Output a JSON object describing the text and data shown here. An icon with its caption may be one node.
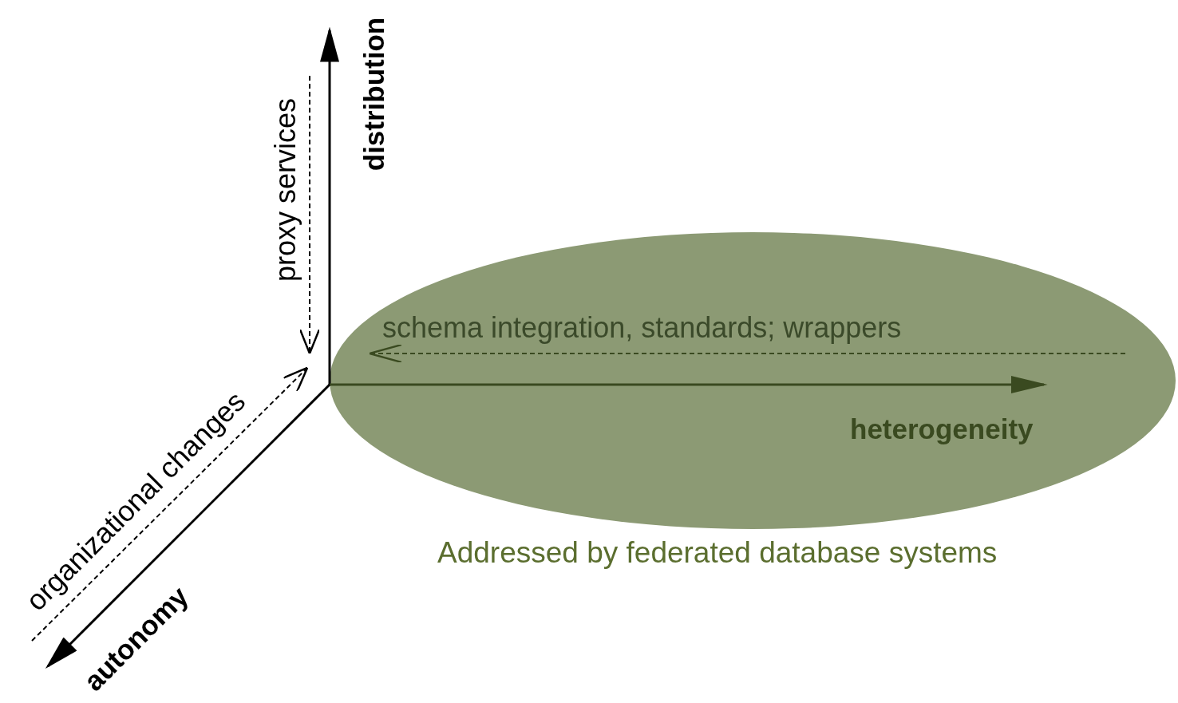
{
  "diagram": {
    "nodes": [
      {
        "text": [
          "schema integration, standards; wrappers",
          "heterogeneity"
        ],
        "beside": [
          "Addressed by federated database systems"
        ]
      }
    ],
    "edges": [],
    "labels": [
      "distribution",
      "proxy services",
      "organizational changes",
      "autonomy"
    ]
  }
}
